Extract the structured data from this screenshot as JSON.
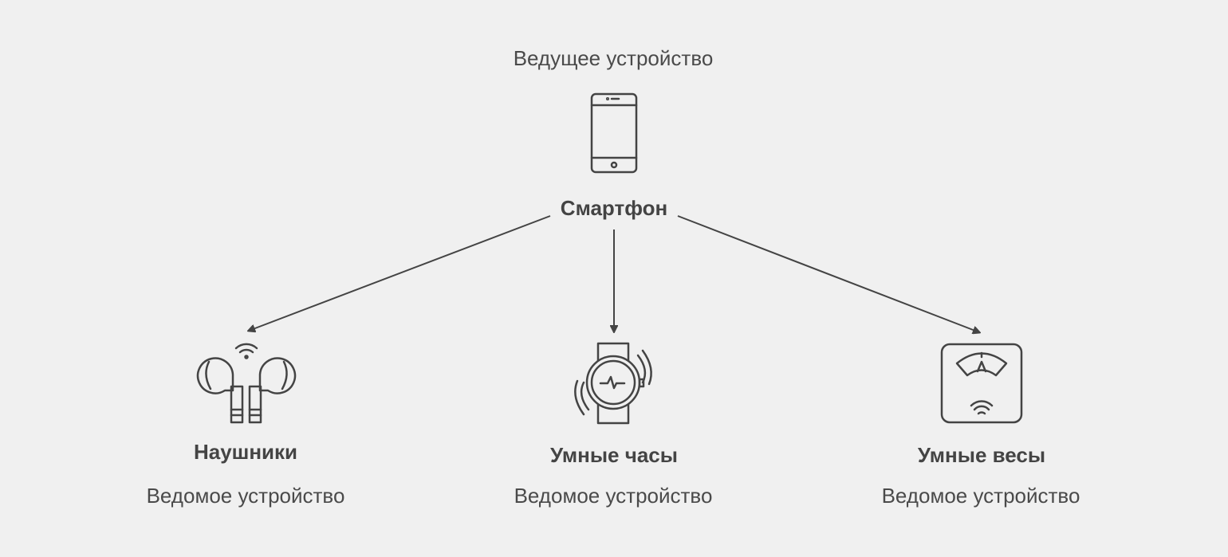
{
  "master": {
    "role": "Ведущее устройство",
    "name": "Смартфон",
    "icon": "smartphone-icon"
  },
  "slaves": [
    {
      "name": "Наушники",
      "role": "Ведомое устройство",
      "icon": "earbuds-icon"
    },
    {
      "name": "Умные часы",
      "role": "Ведомое устройство",
      "icon": "smartwatch-icon"
    },
    {
      "name": "Умные весы",
      "role": "Ведомое устройство",
      "icon": "smart-scale-icon"
    }
  ],
  "colors": {
    "background": "#f0f0f0",
    "stroke": "#444444"
  }
}
